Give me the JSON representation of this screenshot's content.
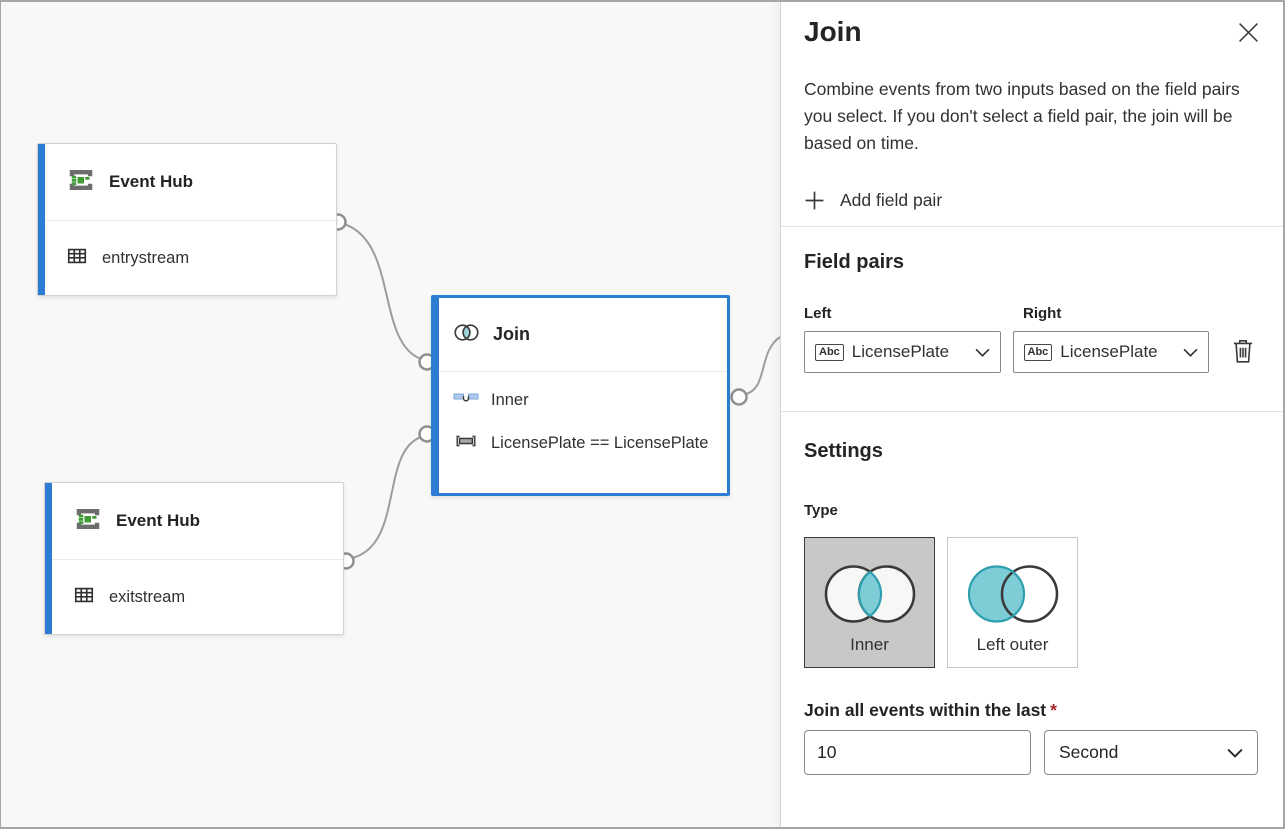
{
  "canvas": {
    "entry_node": {
      "title": "Event Hub",
      "stream": "entrystream"
    },
    "exit_node": {
      "title": "Event Hub",
      "stream": "exitstream"
    },
    "join_node": {
      "title": "Join",
      "join_type": "Inner",
      "condition": "LicensePlate == LicensePlate"
    }
  },
  "panel": {
    "title": "Join",
    "description": "Combine events from two inputs based on the field pairs you select. If you don't select a field pair, the join will be based on time.",
    "add_field_pair_label": "Add field pair",
    "field_pairs": {
      "heading": "Field pairs",
      "left_label": "Left",
      "right_label": "Right",
      "type_badge": "Abc",
      "left_value": "LicensePlate",
      "right_value": "LicensePlate"
    },
    "settings": {
      "heading": "Settings",
      "type_label": "Type",
      "options": [
        {
          "label": "Inner",
          "selected": true
        },
        {
          "label": "Left outer",
          "selected": false
        }
      ],
      "window_label": "Join all events within the last",
      "required_marker": "*",
      "window_value": "10",
      "window_unit": "Second"
    }
  },
  "icons": {
    "close": "x-cross",
    "add": "plus",
    "chevron": "chevron-down",
    "delete": "trash-can",
    "event_hub": "event-hub-brackets-green-blocks",
    "stream": "table-grid",
    "join": "venn-overlap",
    "inner_join": "inner-join-bars",
    "field_pair": "bracketed-plate"
  },
  "colors": {
    "accent_blue": "#2b7cd2",
    "teal_fill": "#7ecdd6",
    "teal_stroke": "#2e9fae",
    "required_red": "#a4262c",
    "connector_gray": "#9d9d9d",
    "selected_tile_bg": "#cac8c6",
    "canvas_bg": "#f8f8f7"
  }
}
